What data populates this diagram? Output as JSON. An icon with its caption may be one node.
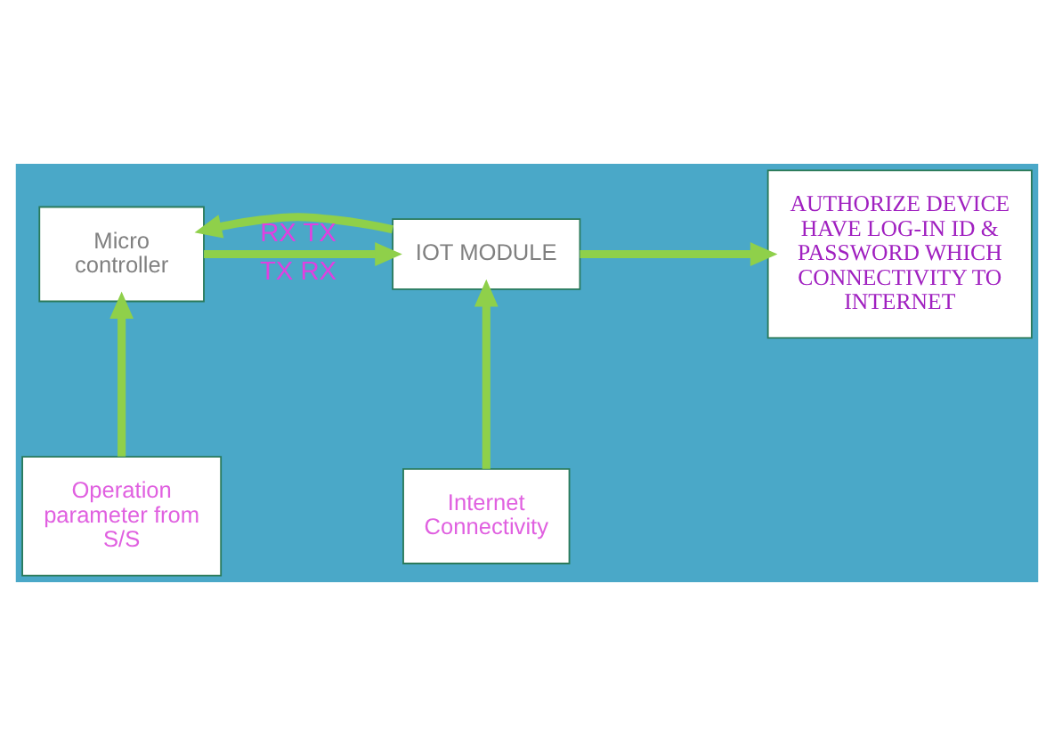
{
  "diagram": {
    "nodes": [
      {
        "text": [
          "Micro controller"
        ]
      },
      {
        "text": [
          "IOT MODULE"
        ]
      },
      {
        "text": [
          "AUTHORIZE DEVICE HAVE LOG-IN ID & PASSWORD WHICH CONNECTIVITY TO INTERNET"
        ]
      },
      {
        "text": [
          "Operation parameter from S/S"
        ]
      },
      {
        "text": [
          "Internet Connectivity"
        ]
      }
    ],
    "edges": [
      {
        "from": 0,
        "to": 1,
        "arrow": "to",
        "label": "TX RX"
      },
      {
        "from": 1,
        "to": 0,
        "arrow": "to",
        "label": "RX TX"
      },
      {
        "from": 1,
        "to": 2,
        "arrow": "to"
      },
      {
        "from": 3,
        "to": 0,
        "arrow": "to"
      },
      {
        "from": 4,
        "to": 1,
        "arrow": "to"
      }
    ]
  }
}
